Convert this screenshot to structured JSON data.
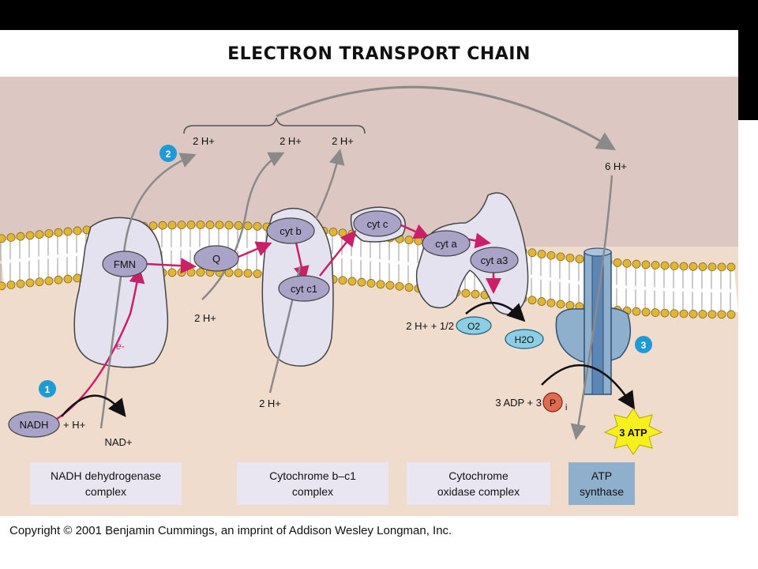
{
  "title": "ELECTRON TRANSPORT CHAIN",
  "copyright": "Copyright © 2001 Benjamin Cummings, an imprint of Addison Wesley Longman, Inc.",
  "colors": {
    "space": "#ddc7c2",
    "matrix": "#efdccd",
    "protein": "#e4e2ef",
    "molecule": "#a9a3c8",
    "electron_arrow": "#cc1f6a",
    "proton_arrow": "#8a8a8a",
    "step_badge": "#1f9ad6",
    "atp_star": "#f7f01e",
    "phosphate": "#e06b50",
    "oxygen": "#8ccfe4",
    "synthase_body": "#8fb0cd",
    "synthase_rotor": "#5c86b6",
    "label_box": "#e9e6f1",
    "label_box_atp": "#8fb0cd"
  },
  "steps": [
    "1",
    "2",
    "3"
  ],
  "molecules": {
    "fmn": "FMN",
    "q": "Q",
    "cyt_b": "cyt b",
    "cyt_c1": "cyt c1",
    "cyt_c": "cyt c",
    "cyt_a": "cyt a",
    "cyt_a3": "cyt a3",
    "nadh": "NADH",
    "o2": "O2",
    "h2o": "H2O",
    "p": "P"
  },
  "labels": {
    "h_top_1": "2 H+",
    "h_top_2": "2 H+",
    "h_top_3": "2 H+",
    "six_h": "6 H+",
    "h_mid": "2 H+",
    "h_bottom": "2 H+",
    "plus_h": "+ H+",
    "nad": "NAD+",
    "electron": "e-",
    "oxygen_eq": "2 H+ + 1/2",
    "adp": "3 ADP + 3",
    "pi_sub": "i",
    "atp": "3 ATP"
  },
  "complexes": {
    "nadh_dh": {
      "line1": "NADH dehydrogenase",
      "line2": "complex"
    },
    "cyt_bc1": {
      "line1": "Cytochrome b–c1",
      "line2": "complex"
    },
    "cyt_ox": {
      "line1": "Cytochrome",
      "line2": "oxidase complex"
    },
    "atp_syn": {
      "line1": "ATP",
      "line2": "synthase"
    }
  }
}
